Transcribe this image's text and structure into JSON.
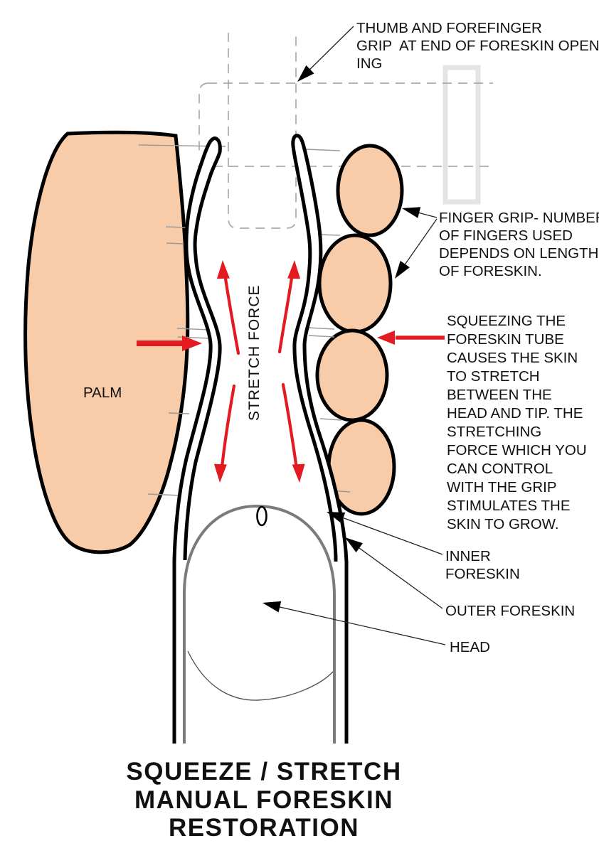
{
  "title": {
    "lines": [
      "SQUEEZE / STRETCH",
      "MANUAL FORESKIN",
      "RESTORATION"
    ]
  },
  "labels": {
    "palm": "PALM",
    "stretch_force": "STRETCH FORCE",
    "inner_foreskin_line1": "INNER",
    "inner_foreskin_line2": "FORESKIN",
    "outer_foreskin": "OUTER FORESKIN",
    "head": "HEAD"
  },
  "annotations": {
    "thumb_grip": {
      "lines": [
        "THUMB AND FOREFINGER",
        "GRIP  AT END OF FORESKIN OPEN-",
        "ING"
      ]
    },
    "finger_grip": {
      "lines": [
        "FINGER GRIP- NUMBER",
        "OF FINGERS USED",
        "DEPENDS ON LENGTH",
        "OF FORESKIN."
      ]
    },
    "squeezing": {
      "lines": [
        "SQUEEZING THE",
        "FORESKIN TUBE",
        "CAUSES THE SKIN",
        "TO STRETCH",
        "BETWEEN THE",
        "HEAD AND TIP. THE",
        "STRETCHING",
        "FORCE WHICH YOU",
        "CAN CONTROL",
        "WITH THE GRIP",
        "STIMULATES THE",
        "SKIN TO GROW."
      ]
    }
  },
  "colors": {
    "skin": "#f8cba9",
    "red": "#e31a20",
    "outline": "#000000",
    "gray_line": "#9a9a9a",
    "dome_gray": "#7b7b7b",
    "dashed": "#a9a9a9",
    "ghost_rect": "#e4e4e4"
  }
}
